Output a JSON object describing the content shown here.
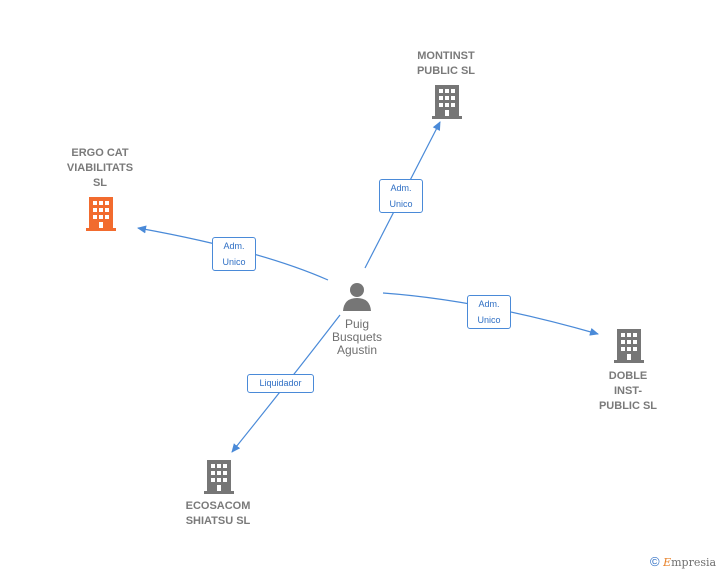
{
  "colors": {
    "edge": "#4a8ad8",
    "building_default": "#767676",
    "building_highlight": "#f26b2e",
    "person": "#767676"
  },
  "nodes": {
    "person": {
      "label": "Puig\nBusquets\nAgustin",
      "icon": "person-icon"
    },
    "montinst": {
      "label": "MONTINST\nPUBLIC SL",
      "icon": "building-icon"
    },
    "ergo": {
      "label": "ERGO CAT\nVIABILITATS\nSL",
      "icon": "building-icon",
      "highlight": true
    },
    "doble": {
      "label": "DOBLE\nINST-\nPUBLIC  SL",
      "icon": "building-icon"
    },
    "ecosacom": {
      "label": "ECOSACOM\nSHIATSU SL",
      "icon": "building-icon"
    }
  },
  "edges": [
    {
      "to": "montinst",
      "label": "Adm.\nUnico"
    },
    {
      "to": "ergo",
      "label": "Adm.\nUnico"
    },
    {
      "to": "doble",
      "label": "Adm.\nUnico"
    },
    {
      "to": "ecosacom",
      "label": "Liquidador"
    }
  ],
  "footer": {
    "copyright": "©",
    "brand_initial": "E",
    "brand_rest": "mpresia"
  }
}
